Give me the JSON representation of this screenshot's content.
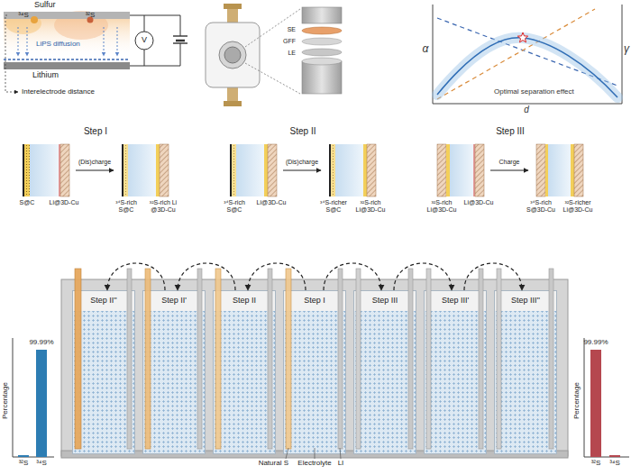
{
  "diagram": {
    "nodes": [
      {
        "text": [
          "Step II''"
        ]
      },
      {
        "text": [
          "Step II'"
        ]
      },
      {
        "text": [
          "Step II"
        ]
      },
      {
        "text": [
          "Step I"
        ]
      },
      {
        "text": [
          "Step III"
        ]
      },
      {
        "text": [
          "Step III'"
        ]
      },
      {
        "text": [
          "Step III''"
        ]
      }
    ],
    "edges": [
      {
        "from": 3,
        "to": 2,
        "arrow": "to"
      },
      {
        "from": 2,
        "to": 1,
        "arrow": "to"
      },
      {
        "from": 1,
        "to": 0,
        "arrow": "to"
      },
      {
        "from": 3,
        "to": 4,
        "arrow": "to"
      },
      {
        "from": 4,
        "to": 5,
        "arrow": "to"
      },
      {
        "from": 5,
        "to": 6,
        "arrow": "to"
      }
    ],
    "labels": [
      "Sulfur",
      "³⁴S",
      "³²S",
      "V",
      "LiPS diffusion",
      "Lithium",
      "Interelectrode distance",
      "SE",
      "GFF",
      "LE",
      "α",
      "γ",
      "d",
      "Optimal separation effect",
      "Step I",
      "(Dis)charge",
      "S@C",
      "Li@3D-Cu",
      "³⁴S-rich S@C",
      "³²S-rich Li @3D-Cu",
      "Step II",
      "(Dis)charge",
      "³⁴S-rich S@C",
      "Li@3D-Cu",
      "³⁴S-richer S@C",
      "³²S-rich Li@3D-Cu",
      "Step III",
      "Charge",
      "³²S-rich Li@3D-Cu",
      "Li@3D-Cu",
      "³⁴S-rich S@3D-Cu",
      "³²S-richer Li@3D-Cu",
      "99.99%",
      "Percentage",
      "³²S",
      "³⁴S",
      "Natural S",
      "Electrolyte",
      "LI",
      "99.99%",
      "Percentage",
      "³²S",
      "³⁴S"
    ]
  }
}
